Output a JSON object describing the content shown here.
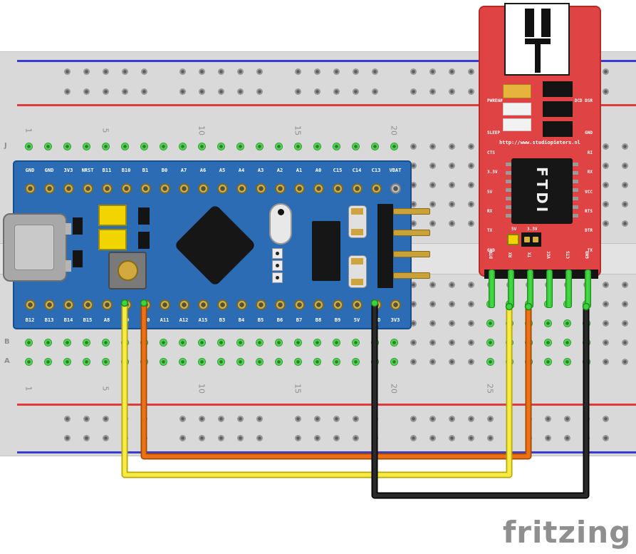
{
  "board_labels": {
    "top_numbers": [
      "1",
      "5",
      "10",
      "15",
      "20"
    ],
    "bottom_numbers": [
      "1",
      "5",
      "10",
      "15",
      "20",
      "25"
    ],
    "left_letter_top": "J",
    "left_letters_bottom": [
      "B",
      "A"
    ]
  },
  "bluepill": {
    "top_pins": [
      "GND",
      "GND",
      "3V3",
      "NRST",
      "B11",
      "B10",
      "B1",
      "B0",
      "A7",
      "A6",
      "A5",
      "A4",
      "A3",
      "A2",
      "A1",
      "A0",
      "C15",
      "C14",
      "C13",
      "VBAT"
    ],
    "bottom_pins": [
      "B12",
      "B13",
      "B14",
      "B15",
      "A8",
      "A9",
      "A10",
      "A11",
      "A12",
      "A15",
      "B3",
      "B4",
      "B5",
      "B6",
      "B7",
      "B8",
      "B9",
      "5V",
      "GND",
      "3V3"
    ]
  },
  "ftdi": {
    "url": "http://www.studiopieters.nl",
    "chip_label": "FTDI",
    "left_labels": [
      "PWREN#",
      "SLEEP",
      "CTS",
      "3.3V",
      "5V",
      "RX",
      "TX",
      "GND"
    ],
    "right_labels": [
      "DCD DSR",
      "GND",
      "RI",
      "RX",
      "VCC",
      "RTS",
      "DTR",
      "TX"
    ],
    "jumper_5v": "5V",
    "jumper_33v": "3.3V",
    "bottom_pins": [
      "DTR",
      "RX",
      "TX",
      "VCC",
      "CTS",
      "GND"
    ]
  },
  "wires": [
    {
      "name": "yellow-wire",
      "color": "#f6ec43",
      "outline": "#b9a60a",
      "from": "Blue Pill A9",
      "to": "FTDI RX"
    },
    {
      "name": "orange-wire",
      "color": "#ec7014",
      "outline": "#a14a02",
      "from": "Blue Pill A10",
      "to": "FTDI TX"
    },
    {
      "name": "black-wire",
      "color": "#2a2a2a",
      "outline": "#000000",
      "from": "Blue Pill GND",
      "to": "FTDI GND"
    }
  ],
  "logo": "fritzing",
  "colors": {
    "breadboard": "#d9d9d9",
    "rail_blue": "#3a3ad6",
    "rail_red": "#e03a3a",
    "hole_green": "#4cd24c",
    "bluepill_pcb": "#2b6cb5",
    "ftdi_pcb": "#e04343",
    "header_pin_green": "#49dc49",
    "logo_gray": "#8f8f8f"
  }
}
